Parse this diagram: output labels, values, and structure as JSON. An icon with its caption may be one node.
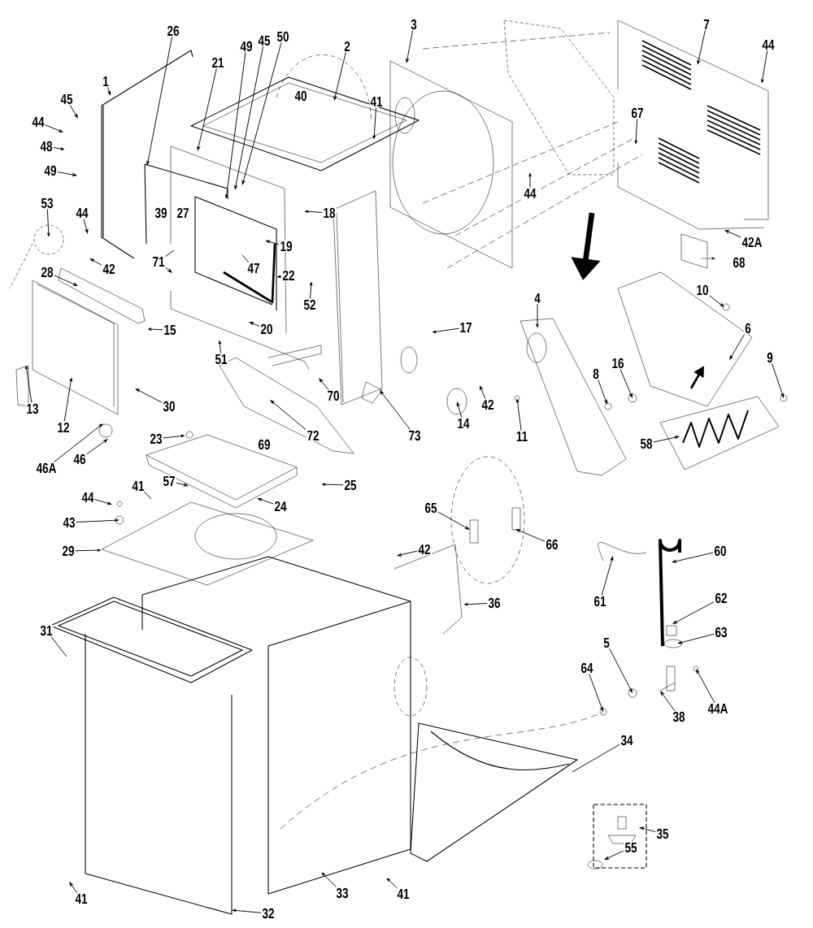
{
  "diagram": {
    "nodes": [
      {
        "text": [
          "1"
        ]
      },
      {
        "text": [
          "45"
        ]
      },
      {
        "text": [
          "44"
        ]
      },
      {
        "text": [
          "48"
        ]
      },
      {
        "text": [
          "49"
        ]
      },
      {
        "text": [
          "26"
        ]
      },
      {
        "text": [
          "21"
        ]
      },
      {
        "text": [
          "49"
        ]
      },
      {
        "text": [
          "45"
        ]
      },
      {
        "text": [
          "50"
        ]
      },
      {
        "text": [
          "2"
        ]
      },
      {
        "text": [
          "41"
        ]
      },
      {
        "text": [
          "3"
        ]
      },
      {
        "text": [
          "7"
        ]
      },
      {
        "text": [
          "44"
        ]
      },
      {
        "text": [
          "67"
        ]
      },
      {
        "text": [
          "44"
        ]
      },
      {
        "text": [
          "18"
        ]
      },
      {
        "text": [
          "53"
        ]
      },
      {
        "text": [
          "44"
        ]
      },
      {
        "text": [
          "42"
        ]
      },
      {
        "text": [
          "19"
        ]
      },
      {
        "text": [
          "47"
        ]
      },
      {
        "text": [
          "71"
        ]
      },
      {
        "text": [
          "22"
        ]
      },
      {
        "text": [
          "52"
        ]
      },
      {
        "text": [
          "28"
        ]
      },
      {
        "text": [
          "15"
        ]
      },
      {
        "text": [
          "20"
        ]
      },
      {
        "text": [
          "51"
        ]
      },
      {
        "text": [
          "70"
        ]
      },
      {
        "text": [
          "13"
        ]
      },
      {
        "text": [
          "12"
        ]
      },
      {
        "text": [
          "30"
        ]
      },
      {
        "text": [
          "72"
        ]
      },
      {
        "text": [
          "73"
        ]
      },
      {
        "text": [
          "14"
        ]
      },
      {
        "text": [
          "42"
        ]
      },
      {
        "text": [
          "11"
        ]
      },
      {
        "text": [
          "4"
        ]
      },
      {
        "text": [
          "8"
        ]
      },
      {
        "text": [
          "16"
        ]
      },
      {
        "text": [
          "10"
        ]
      },
      {
        "text": [
          "6"
        ]
      },
      {
        "text": [
          "9"
        ]
      },
      {
        "text": [
          "58"
        ]
      },
      {
        "text": [
          "42A"
        ]
      },
      {
        "text": [
          "17"
        ]
      },
      {
        "text": [
          "23"
        ]
      },
      {
        "text": [
          "25"
        ]
      },
      {
        "text": [
          "24"
        ]
      },
      {
        "text": [
          "57"
        ]
      },
      {
        "text": [
          "41"
        ]
      },
      {
        "text": [
          "44"
        ]
      },
      {
        "text": [
          "43"
        ]
      },
      {
        "text": [
          "29"
        ]
      },
      {
        "text": [
          "46A"
        ]
      },
      {
        "text": [
          "46"
        ]
      },
      {
        "text": [
          "31"
        ]
      },
      {
        "text": [
          "36"
        ]
      },
      {
        "text": [
          "65"
        ]
      },
      {
        "text": [
          "66"
        ]
      },
      {
        "text": [
          "42"
        ]
      },
      {
        "text": [
          "60"
        ]
      },
      {
        "text": [
          "61"
        ]
      },
      {
        "text": [
          "62"
        ]
      },
      {
        "text": [
          "63"
        ]
      },
      {
        "text": [
          "5"
        ]
      },
      {
        "text": [
          "64"
        ]
      },
      {
        "text": [
          "38"
        ]
      },
      {
        "text": [
          "44A"
        ]
      },
      {
        "text": [
          "34"
        ]
      },
      {
        "text": [
          "35"
        ]
      },
      {
        "text": [
          "55"
        ]
      },
      {
        "text": [
          "41"
        ]
      },
      {
        "text": [
          "32"
        ]
      },
      {
        "text": [
          "33"
        ]
      },
      {
        "text": [
          "41"
        ]
      }
    ],
    "edges": [
      {
        "from": 0,
        "to": null,
        "arrow": "to"
      },
      {
        "from": 1,
        "to": null,
        "arrow": "to"
      },
      {
        "from": 2,
        "to": null,
        "arrow": "to"
      },
      {
        "from": 3,
        "to": null,
        "arrow": "to"
      },
      {
        "from": 4,
        "to": null,
        "arrow": "to"
      },
      {
        "from": 5,
        "to": null,
        "arrow": "to"
      },
      {
        "from": 6,
        "to": null,
        "arrow": "to"
      },
      {
        "from": 7,
        "to": null,
        "arrow": "to"
      },
      {
        "from": 8,
        "to": null,
        "arrow": "to"
      },
      {
        "from": 9,
        "to": null,
        "arrow": "to"
      },
      {
        "from": 10,
        "to": null,
        "arrow": "to"
      },
      {
        "from": 11,
        "to": null,
        "arrow": "to"
      },
      {
        "from": 12,
        "to": null,
        "arrow": "to"
      },
      {
        "from": 13,
        "to": null,
        "arrow": "to"
      },
      {
        "from": 14,
        "to": null,
        "arrow": "to"
      },
      {
        "from": 15,
        "to": null,
        "arrow": "to"
      },
      {
        "from": 16,
        "to": null,
        "arrow": "to"
      },
      {
        "from": 17,
        "to": null,
        "arrow": "to"
      },
      {
        "from": 18,
        "to": null,
        "arrow": "to"
      },
      {
        "from": 19,
        "to": null,
        "arrow": "to"
      },
      {
        "from": 20,
        "to": null,
        "arrow": "to"
      },
      {
        "from": 21,
        "to": null,
        "arrow": "to"
      },
      {
        "from": 22,
        "to": null,
        "arrow": "none"
      },
      {
        "from": 23,
        "to": null,
        "arrow": "none"
      },
      {
        "from": 23,
        "to": null,
        "arrow": "to"
      },
      {
        "from": 24,
        "to": null,
        "arrow": "to"
      },
      {
        "from": 25,
        "to": null,
        "arrow": "to"
      },
      {
        "from": 26,
        "to": null,
        "arrow": "to"
      },
      {
        "from": 27,
        "to": null,
        "arrow": "to"
      },
      {
        "from": 28,
        "to": null,
        "arrow": "to"
      },
      {
        "from": 29,
        "to": null,
        "arrow": "to"
      },
      {
        "from": 30,
        "to": null,
        "arrow": "to"
      },
      {
        "from": 31,
        "to": null,
        "arrow": "to"
      },
      {
        "from": 32,
        "to": null,
        "arrow": "to"
      },
      {
        "from": 33,
        "to": null,
        "arrow": "to"
      },
      {
        "from": 34,
        "to": null,
        "arrow": "to"
      },
      {
        "from": 35,
        "to": null,
        "arrow": "to"
      },
      {
        "from": 36,
        "to": null,
        "arrow": "to"
      },
      {
        "from": 37,
        "to": null,
        "arrow": "to"
      },
      {
        "from": 38,
        "to": null,
        "arrow": "to"
      },
      {
        "from": 39,
        "to": null,
        "arrow": "to"
      },
      {
        "from": 40,
        "to": null,
        "arrow": "to"
      },
      {
        "from": 41,
        "to": null,
        "arrow": "to"
      },
      {
        "from": 42,
        "to": null,
        "arrow": "to"
      },
      {
        "from": 43,
        "to": null,
        "arrow": "to"
      },
      {
        "from": 44,
        "to": null,
        "arrow": "to"
      },
      {
        "from": 45,
        "to": null,
        "arrow": "to"
      },
      {
        "from": 46,
        "to": null,
        "arrow": "to"
      },
      {
        "from": 47,
        "to": null,
        "arrow": "to"
      },
      {
        "from": 48,
        "to": null,
        "arrow": "to"
      },
      {
        "from": 49,
        "to": null,
        "arrow": "to"
      },
      {
        "from": 50,
        "to": null,
        "arrow": "to"
      },
      {
        "from": 51,
        "to": null,
        "arrow": "to"
      },
      {
        "from": 52,
        "to": null,
        "arrow": "none"
      },
      {
        "from": 53,
        "to": null,
        "arrow": "to"
      },
      {
        "from": 54,
        "to": null,
        "arrow": "to"
      },
      {
        "from": 55,
        "to": null,
        "arrow": "to"
      },
      {
        "from": 56,
        "to": null,
        "arrow": "to"
      },
      {
        "from": 57,
        "to": null,
        "arrow": "to"
      },
      {
        "from": 58,
        "to": null,
        "arrow": "none"
      },
      {
        "from": 59,
        "to": null,
        "arrow": "to"
      },
      {
        "from": 60,
        "to": null,
        "arrow": "to"
      },
      {
        "from": 61,
        "to": null,
        "arrow": "to"
      },
      {
        "from": 62,
        "to": null,
        "arrow": "to"
      },
      {
        "from": 63,
        "to": null,
        "arrow": "to"
      },
      {
        "from": 64,
        "to": null,
        "arrow": "to"
      },
      {
        "from": 65,
        "to": null,
        "arrow": "to"
      },
      {
        "from": 66,
        "to": null,
        "arrow": "to"
      },
      {
        "from": 67,
        "to": null,
        "arrow": "to"
      },
      {
        "from": 68,
        "to": null,
        "arrow": "to"
      },
      {
        "from": 69,
        "to": null,
        "arrow": "to"
      },
      {
        "from": 70,
        "to": null,
        "arrow": "to"
      },
      {
        "from": 71,
        "to": null,
        "arrow": "none"
      },
      {
        "from": 72,
        "to": null,
        "arrow": "to"
      },
      {
        "from": 73,
        "to": null,
        "arrow": "to"
      },
      {
        "from": 74,
        "to": null,
        "arrow": "to"
      },
      {
        "from": 75,
        "to": null,
        "arrow": "to"
      },
      {
        "from": 76,
        "to": null,
        "arrow": "to"
      },
      {
        "from": 77,
        "to": null,
        "arrow": "to"
      }
    ],
    "labels": [
      "40",
      "39",
      "27",
      "68",
      "69"
    ]
  }
}
